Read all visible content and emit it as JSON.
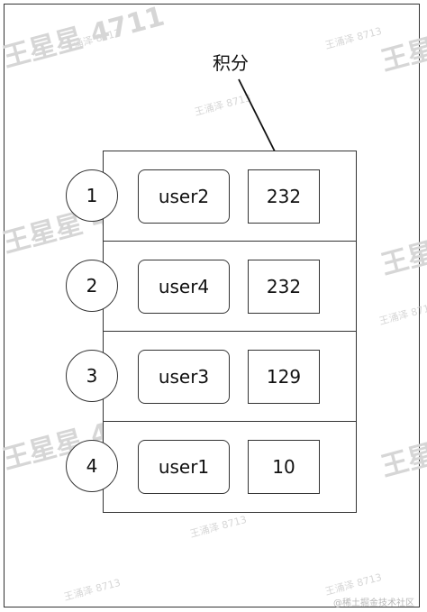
{
  "diagram": {
    "score_label": "积分",
    "rows": [
      {
        "rank": "1",
        "user": "user2",
        "score": "232"
      },
      {
        "rank": "2",
        "user": "user4",
        "score": "232"
      },
      {
        "rank": "3",
        "user": "user3",
        "score": "129"
      },
      {
        "rank": "4",
        "user": "user1",
        "score": "10"
      }
    ]
  },
  "watermark": {
    "big": "王星星 4711",
    "small": "王涌泽 8713",
    "footer": "@稀土掘金技术社区"
  }
}
